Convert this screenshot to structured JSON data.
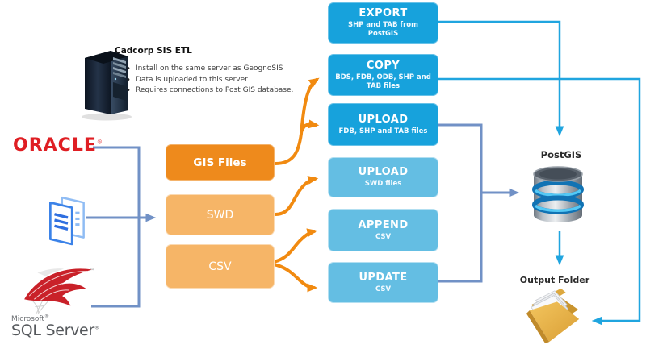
{
  "colors": {
    "blue_dark_box": "#17A2DC",
    "blue_light_box": "#64BEE3",
    "orange_dark_box": "#EE8A1C",
    "orange_light_box": "#F6B567",
    "arrow_orange": "#F18A10",
    "arrow_steel_blue": "#7191C6",
    "arrow_cyan": "#20A5DF",
    "oracle_red": "#DF1E23"
  },
  "etl_server": {
    "title": "Cadcorp SIS ETL",
    "bullets": [
      "Install on the same server as GeognoSIS",
      "Data is uploaded to this server",
      "Requires connections to Post GIS database."
    ]
  },
  "sources": {
    "oracle_label": "ORACLE",
    "oracle_mark": "®",
    "microsoft_label": "Microsoft",
    "microsoft_mark": "®",
    "sqlserver_label": "SQL Server",
    "sqlserver_mark": "®",
    "sqlserver_tm": "™"
  },
  "file_boxes": [
    {
      "label": "GIS Files"
    },
    {
      "label": "SWD"
    },
    {
      "label": "CSV"
    }
  ],
  "operation_boxes": [
    {
      "label": "EXPORT",
      "sublabel": "SHP and TAB from PostGIS"
    },
    {
      "label": "COPY",
      "sublabel": "BDS, FDB, ODB, SHP and TAB files"
    },
    {
      "label": "UPLOAD",
      "sublabel": "FDB, SHP and TAB files"
    },
    {
      "label": "UPLOAD",
      "sublabel": "SWD files"
    },
    {
      "label": "APPEND",
      "sublabel": "CSV"
    },
    {
      "label": "UPDATE",
      "sublabel": "CSV"
    }
  ],
  "targets": {
    "postgis_label": "PostGIS",
    "output_folder_label": "Output Folder"
  }
}
